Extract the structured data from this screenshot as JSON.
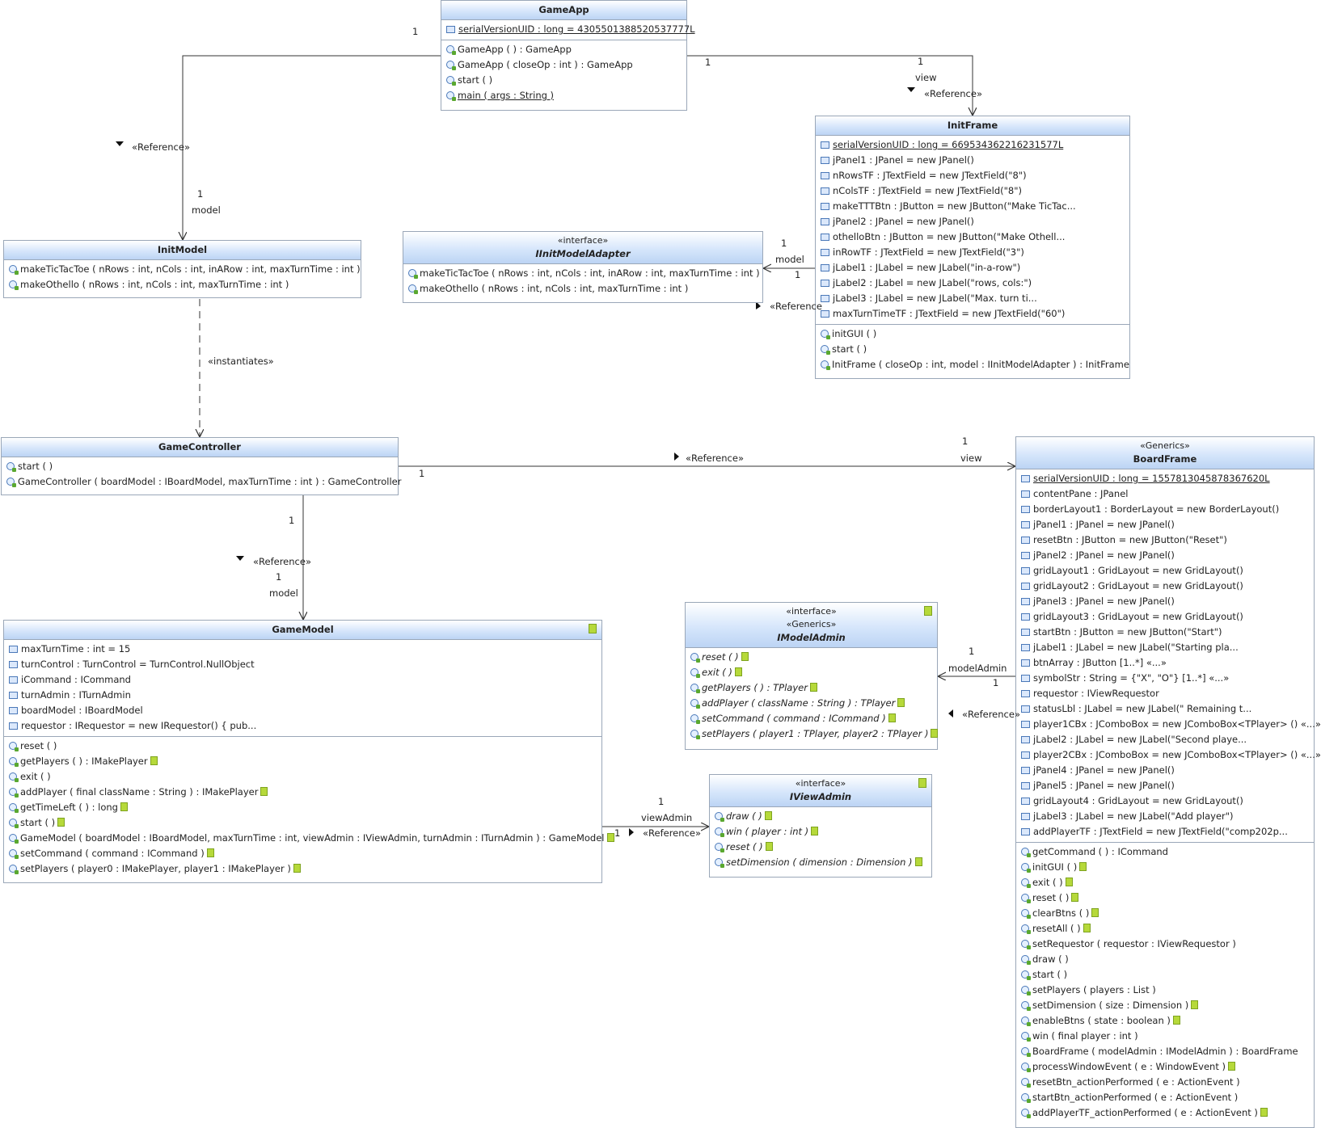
{
  "classes": {
    "gameapp": {
      "name": "GameApp",
      "fields": [
        "serialVersionUID : long = 4305501388520537777L"
      ],
      "methods": [
        "GameApp ( ) :  GameApp",
        "GameApp ( closeOp : int ) :  GameApp",
        "start ( )",
        "main ( args : String )"
      ]
    },
    "initframe": {
      "name": "InitFrame",
      "fields": [
        "serialVersionUID : long = 669534362216231577L",
        "jPanel1 : JPanel = new JPanel()",
        "nRowsTF : JTextField = new JTextField(\"8\")",
        "nColsTF : JTextField = new JTextField(\"8\")",
        "makeTTTBtn : JButton = new JButton(\"Make TicTac...",
        "jPanel2 : JPanel = new JPanel()",
        "othelloBtn : JButton = new JButton(\"Make Othell...",
        "inRowTF : JTextField = new JTextField(\"3\")",
        "jLabel1 : JLabel = new JLabel(\"in-a-row\")",
        "jLabel2 : JLabel = new JLabel(\"rows, cols:\")",
        "jLabel3 : JLabel = new JLabel(\"Max. turn ti...",
        "maxTurnTimeTF : JTextField = new JTextField(\"60\")"
      ],
      "methods": [
        "initGUI ( )",
        "start ( )",
        "InitFrame ( closeOp : int, model : IInitModelAdapter ) :  InitFrame"
      ]
    },
    "initmodel": {
      "name": "InitModel",
      "methods": [
        "makeTicTacToe ( nRows : int, nCols : int, inARow : int, maxTurnTime : int )",
        "makeOthello ( nRows : int, nCols : int, maxTurnTime : int )"
      ]
    },
    "iinitmodeladapter": {
      "stereotype": "«interface»",
      "name": "IInitModelAdapter",
      "methods": [
        "makeTicTacToe ( nRows : int, nCols : int, inARow : int, maxTurnTime : int )",
        "makeOthello ( nRows : int, nCols : int, maxTurnTime : int )"
      ]
    },
    "gamecontroller": {
      "name": "GameController",
      "methods": [
        "start ( )",
        "GameController ( boardModel : IBoardModel, maxTurnTime : int ) :  GameController"
      ]
    },
    "boardframe": {
      "stereotype": "«Generics»",
      "name": "BoardFrame",
      "fields": [
        "serialVersionUID : long = 1557813045878367620L",
        "contentPane : JPanel",
        "borderLayout1 : BorderLayout = new BorderLayout()",
        "jPanel1 : JPanel = new JPanel()",
        "resetBtn : JButton = new JButton(\"Reset\")",
        "jPanel2 : JPanel = new JPanel()",
        "gridLayout1 : GridLayout = new GridLayout()",
        "gridLayout2 : GridLayout = new GridLayout()",
        "jPanel3 : JPanel = new JPanel()",
        "gridLayout3 : GridLayout = new GridLayout()",
        "startBtn : JButton = new JButton(\"Start\")",
        "jLabel1 : JLabel = new JLabel(\"Starting pla...",
        "btnArray : JButton [1..*] «...»",
        "symbolStr : String = {\"X\", \"O\"} [1..*] «...»",
        "requestor : IViewRequestor",
        "statusLbl : JLabel = new JLabel(\" Remaining t...",
        "player1CBx : JComboBox = new JComboBox<TPlayer> () «...»",
        "jLabel2 : JLabel = new JLabel(\"Second playe...",
        "player2CBx : JComboBox = new JComboBox<TPlayer> () «...»",
        "jPanel4 : JPanel = new JPanel()",
        "jPanel5 : JPanel = new JPanel()",
        "gridLayout4 : GridLayout = new GridLayout()",
        "jLabel3 : JLabel = new JLabel(\"Add player\")",
        "addPlayerTF : JTextField = new JTextField(\"comp202p..."
      ],
      "methods": [
        "getCommand ( ) :  ICommand",
        "initGUI ( )",
        "exit ( )",
        "reset ( )",
        "clearBtns ( )",
        "resetAll ( )",
        "setRequestor ( requestor : IViewRequestor )",
        "draw ( )",
        "start ( )",
        "setPlayers ( players : List )",
        "setDimension ( size : Dimension )",
        "enableBtns ( state : boolean )",
        "win ( final player : int )",
        "BoardFrame ( modelAdmin : IModelAdmin ) :  BoardFrame",
        "processWindowEvent ( e : WindowEvent )",
        "resetBtn_actionPerformed ( e : ActionEvent )",
        "startBtn_actionPerformed ( e : ActionEvent )",
        "addPlayerTF_actionPerformed ( e : ActionEvent )"
      ]
    },
    "gamemodel": {
      "name": "GameModel",
      "fields": [
        "maxTurnTime : int = 15",
        "turnControl : TurnControl = TurnControl.NullObject",
        "iCommand : ICommand",
        "turnAdmin : ITurnAdmin",
        "boardModel : IBoardModel",
        "requestor : IRequestor = new IRequestor() {    pub..."
      ],
      "methods": [
        "reset ( )",
        "getPlayers ( ) :  IMakePlayer",
        "exit ( )",
        "addPlayer ( final className : String ) :  IMakePlayer",
        "getTimeLeft ( ) :  long",
        "start ( )",
        "GameModel ( boardModel : IBoardModel, maxTurnTime : int, viewAdmin : IViewAdmin, turnAdmin : ITurnAdmin ) :  GameModel",
        "setCommand ( command : ICommand )",
        "setPlayers ( player0 : IMakePlayer, player1 : IMakePlayer )"
      ]
    },
    "imodeladmin": {
      "stereotype": "«interface»",
      "stereotype2": "«Generics»",
      "name": "IModelAdmin",
      "methods": [
        "reset ( )",
        "exit ( )",
        "getPlayers ( ) :  TPlayer",
        "addPlayer ( className : String ) :  TPlayer",
        "setCommand ( command : ICommand )",
        "setPlayers ( player1 : TPlayer, player2 : TPlayer )"
      ]
    },
    "iviewadmin": {
      "stereotype": "«interface»",
      "name": "IViewAdmin",
      "methods": [
        "draw ( )",
        "win ( player : int )",
        "reset ( )",
        "setDimension ( dimension : Dimension )"
      ]
    }
  },
  "labels": {
    "ga_init_mult_top": "1",
    "ga_init_ref": "«Reference»",
    "ga_init_mult": "1",
    "ga_init_role": "model",
    "ga_frame_mult_src": "1",
    "ga_frame_mult": "1",
    "ga_frame_role": "view",
    "ga_frame_ref": "«Reference»",
    "frame_adapter_mult_top": "1",
    "frame_adapter_role": "model",
    "frame_adapter_mult": "1",
    "frame_adapter_ref": "«Reference",
    "instantiates": "«instantiates»",
    "gc_bf_ref": "«Reference»",
    "gc_bf_mult_top": "1",
    "gc_bf_role": "view",
    "gc_bf_mult_src": "1",
    "gc_gm_mult_src": "1",
    "gc_gm_ref": "«Reference»",
    "gc_gm_mult": "1",
    "gc_gm_role": "model",
    "bf_ma_mult_top": "1",
    "bf_ma_role": "modelAdmin",
    "bf_ma_mult": "1",
    "bf_ma_ref": "«Reference»",
    "gm_va_mult_top": "1",
    "gm_va_role": "viewAdmin",
    "gm_va_mult_src": "1",
    "gm_va_ref": "«Reference»"
  },
  "colors": {
    "header_gradient_end": "#bcd4f4",
    "border": "#9aa7b8",
    "line": "#333333",
    "note": "#b6d93a"
  }
}
